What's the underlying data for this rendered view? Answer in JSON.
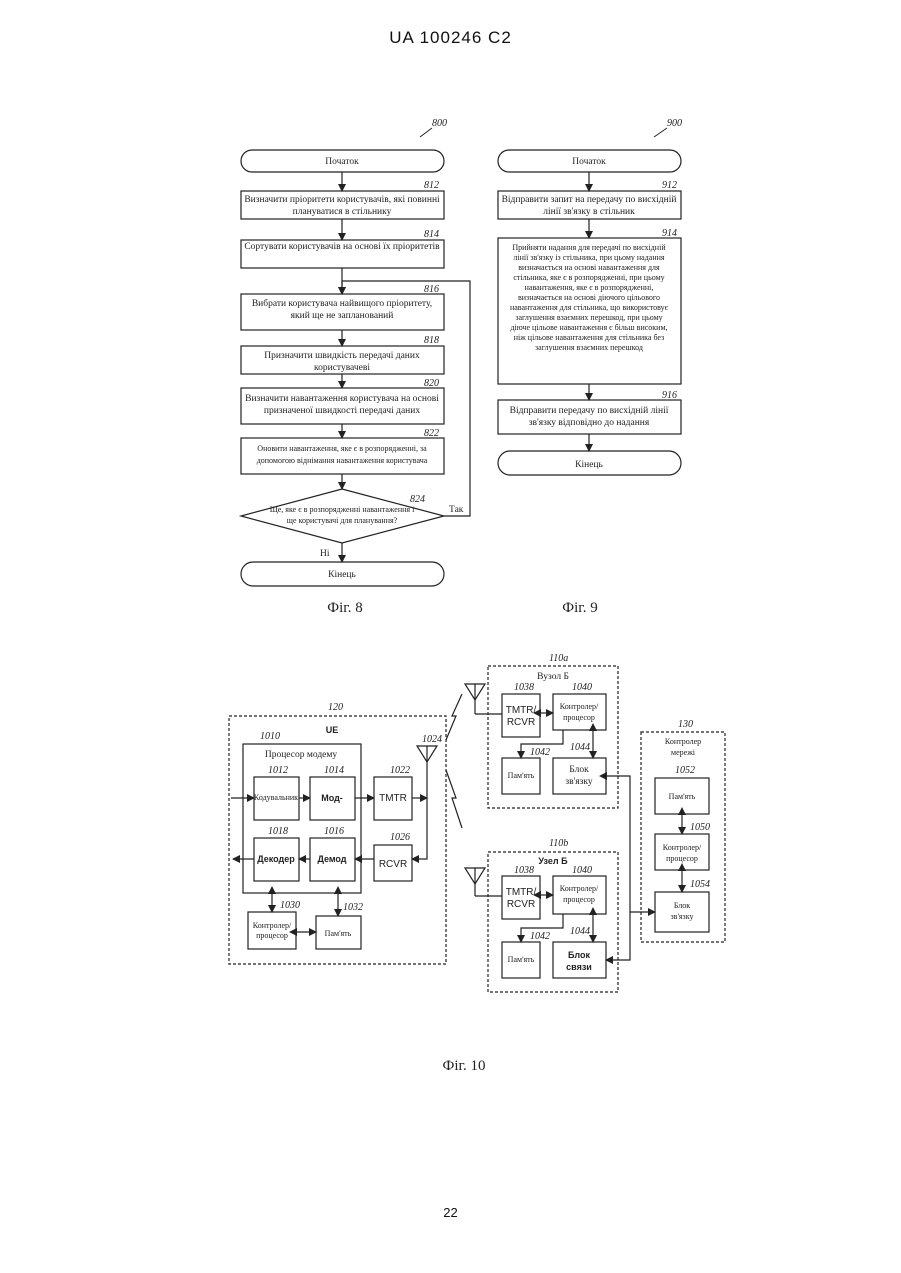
{
  "header": {
    "title": "UA   100246   C2"
  },
  "page_number": "22",
  "fig8": {
    "ref": "800",
    "start": "Початок",
    "s812": {
      "ref": "812",
      "l1": "Визначити пріоритети користувачів, які повинні",
      "l2": "плануватися в стільнику"
    },
    "s814": {
      "ref": "814",
      "l1": "Сортувати користувачів на основі їх пріоритетів"
    },
    "s816": {
      "ref": "816",
      "l1": "Вибрати користувача найвищого пріоритету,",
      "l2": "який ще не запланований"
    },
    "s818": {
      "ref": "818",
      "l1": "Призначити швидкість передачі даних",
      "l2": "користувачеві"
    },
    "s820": {
      "ref": "820",
      "l1": "Визначити навантаження користувача на основі",
      "l2": "призначеної швидкості передачі даних"
    },
    "s822": {
      "ref": "822",
      "l1": "Оновити навантаження, яке є в розпорядженні, за",
      "l2": "допомогою віднімання навантаження користувача"
    },
    "s824": {
      "ref": "824",
      "l1": "Ще, яке є в розпорядженні навантаження і",
      "l2": "ще користувачі для планування?"
    },
    "yes": "Так",
    "no": "Ні",
    "end": "Кінець",
    "caption": "Фіг. 8"
  },
  "fig9": {
    "ref": "900",
    "start": "Початок",
    "s912": {
      "ref": "912",
      "l1": "Відправити запит на передачу по висхідній",
      "l2": "лінії зв'язку в стільник"
    },
    "s914": {
      "ref": "914",
      "lines": [
        "Прийняти надання для передачі по висхідній",
        "лінії зв'язку із стільника, при цьому надання",
        "визначається на основі навантаження для",
        "стільника, яке є в розпорядженні, при цьому",
        "навантаження, яке є в розпорядженні,",
        "визначається на основі діючого цільового",
        "навантаження для стільника, що використовує",
        "заглушення взаємних перешкод, при цьому",
        "діюче цільове навантаження є більш високим,",
        "ніж цільове навантаження для стільника без",
        "заглушення взаємних перешкод"
      ]
    },
    "s916": {
      "ref": "916",
      "l1": "Відправити передачу по висхідній лінії",
      "l2": "зв'язку відповідно до надання"
    },
    "end": "Кінець",
    "caption": "Фіг. 9"
  },
  "fig10": {
    "caption": "Фіг. 10",
    "ue": {
      "ref": "120",
      "title": "UE",
      "modem_ref": "1010",
      "modem_title": "Процесор модему",
      "encoder_ref": "1012",
      "encoder": "Кодувальник",
      "mod_ref": "1014",
      "mod": "Мод-",
      "decoder_ref": "1018",
      "decoder": "Декодер",
      "demod_ref": "1016",
      "demod": "Демод",
      "tmtr_ref": "1022",
      "tmtr": "TMTR",
      "rcvr_ref": "1026",
      "rcvr": "RCVR",
      "antenna_ref": "1024",
      "ctrl_ref": "1030",
      "ctrl_l1": "Контролер/",
      "ctrl_l2": "процесор",
      "mem_ref": "1032",
      "mem": "Пам'ять"
    },
    "node_a": {
      "ref": "110a",
      "title": "Вузол Б",
      "trx_ref": "1038",
      "trx_l1": "TMTR/",
      "trx_l2": "RCVR",
      "ctrl_ref": "1040",
      "ctrl_l1": "Контролер/",
      "ctrl_l2": "процесор",
      "mem_ref": "1042",
      "mem": "Пам'ять",
      "comm_ref": "1044",
      "comm_l1": "Блок",
      "comm_l2": "зв'язку"
    },
    "node_b": {
      "ref": "110b",
      "title": "Узел Б",
      "trx_ref": "1038",
      "trx_l1": "TMTR/",
      "trx_l2": "RCVR",
      "ctrl_ref": "1040",
      "ctrl_l1": "Контролер/",
      "ctrl_l2": "процесор",
      "mem_ref": "1042",
      "mem": "Пам'ять",
      "comm_ref": "1044",
      "comm_l1": "Блок",
      "comm_l2": "связи"
    },
    "net": {
      "ref": "130",
      "title_l1": "Контролер",
      "title_l2": "мережі",
      "mem_ref": "1052",
      "mem": "Пам'ять",
      "ctrl_ref": "1050",
      "ctrl_l1": "Контролер/",
      "ctrl_l2": "процесор",
      "comm_ref": "1054",
      "comm_l1": "Блок",
      "comm_l2": "зв'язку"
    }
  }
}
